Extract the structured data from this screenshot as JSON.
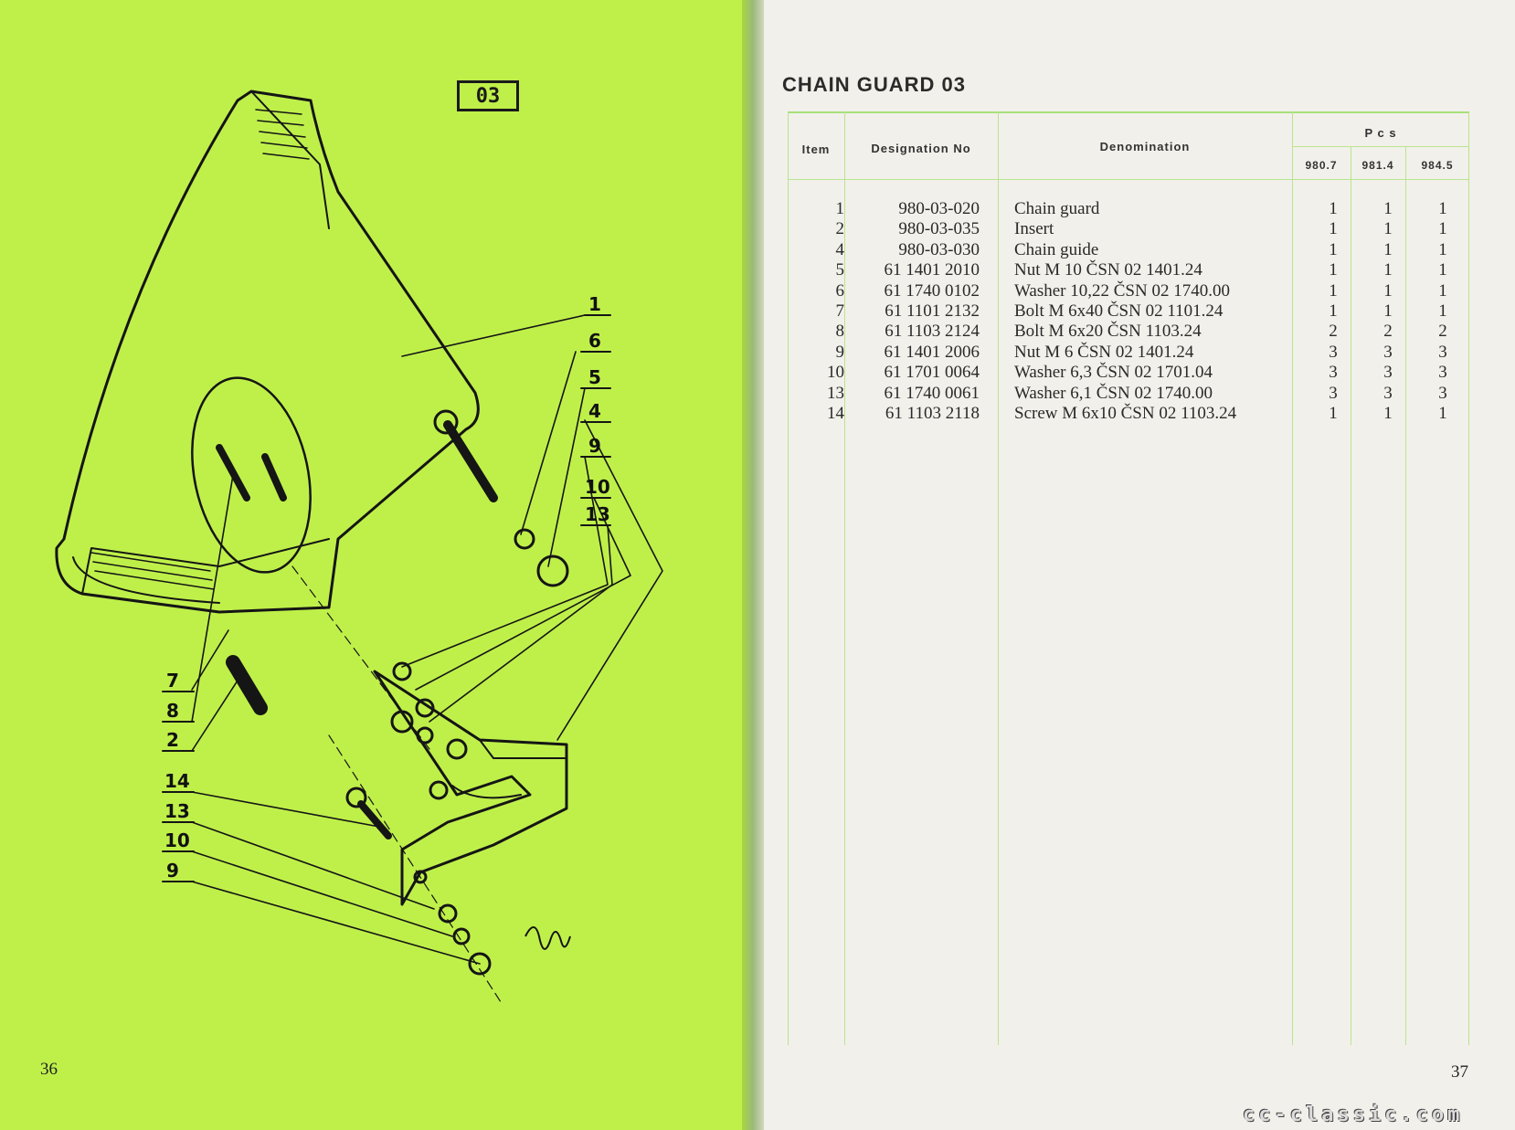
{
  "left_page": {
    "plate_number": "03",
    "page_number": "36",
    "callouts": [
      "1",
      "6",
      "5",
      "4",
      "9",
      "10",
      "13",
      "7",
      "8",
      "2",
      "14",
      "13",
      "10",
      "9"
    ]
  },
  "right_page": {
    "title": "CHAIN GUARD 03",
    "page_number": "37",
    "table": {
      "headers": {
        "item": "Item",
        "designation": "Designation No",
        "denomination": "Denomination",
        "pcs": "P c s",
        "variants": [
          "980.7",
          "981.4",
          "984.5"
        ]
      },
      "rows": [
        {
          "item": "1",
          "designation": "980-03-020",
          "denomination": "Chain guard",
          "q": [
            "1",
            "1",
            "1"
          ]
        },
        {
          "item": "2",
          "designation": "980-03-035",
          "denomination": "Insert",
          "q": [
            "1",
            "1",
            "1"
          ]
        },
        {
          "item": "4",
          "designation": "980-03-030",
          "denomination": "Chain guide",
          "q": [
            "1",
            "1",
            "1"
          ]
        },
        {
          "item": "5",
          "designation": "61 1401 2010",
          "denomination": "Nut M 10 ČSN 02 1401.24",
          "q": [
            "1",
            "1",
            "1"
          ]
        },
        {
          "item": "6",
          "designation": "61 1740 0102",
          "denomination": "Washer 10,22 ČSN 02 1740.00",
          "q": [
            "1",
            "1",
            "1"
          ]
        },
        {
          "item": "7",
          "designation": "61 1101 2132",
          "denomination": "Bolt M 6x40 ČSN 02 1101.24",
          "q": [
            "1",
            "1",
            "1"
          ]
        },
        {
          "item": "8",
          "designation": "61 1103 2124",
          "denomination": "Bolt M 6x20 ČSN 1103.24",
          "q": [
            "2",
            "2",
            "2"
          ]
        },
        {
          "item": "9",
          "designation": "61 1401 2006",
          "denomination": "Nut M 6 ČSN 02 1401.24",
          "q": [
            "3",
            "3",
            "3"
          ]
        },
        {
          "item": "10",
          "designation": "61 1701 0064",
          "denomination": "Washer 6,3 ČSN 02 1701.04",
          "q": [
            "3",
            "3",
            "3"
          ]
        },
        {
          "item": "13",
          "designation": "61 1740 0061",
          "denomination": "Washer 6,1 ČSN 02 1740.00",
          "q": [
            "3",
            "3",
            "3"
          ]
        },
        {
          "item": "14",
          "designation": "61 1103 2118",
          "denomination": "Screw M 6x10 ČSN 02 1103.24",
          "q": [
            "1",
            "1",
            "1"
          ]
        }
      ]
    }
  },
  "watermark": "cc-classic.com",
  "colors": {
    "left_page_bg": "#bff04a",
    "right_page_bg": "#f2f0ea",
    "table_rule": "#b9e58f",
    "ink": "#1a1a1a"
  }
}
